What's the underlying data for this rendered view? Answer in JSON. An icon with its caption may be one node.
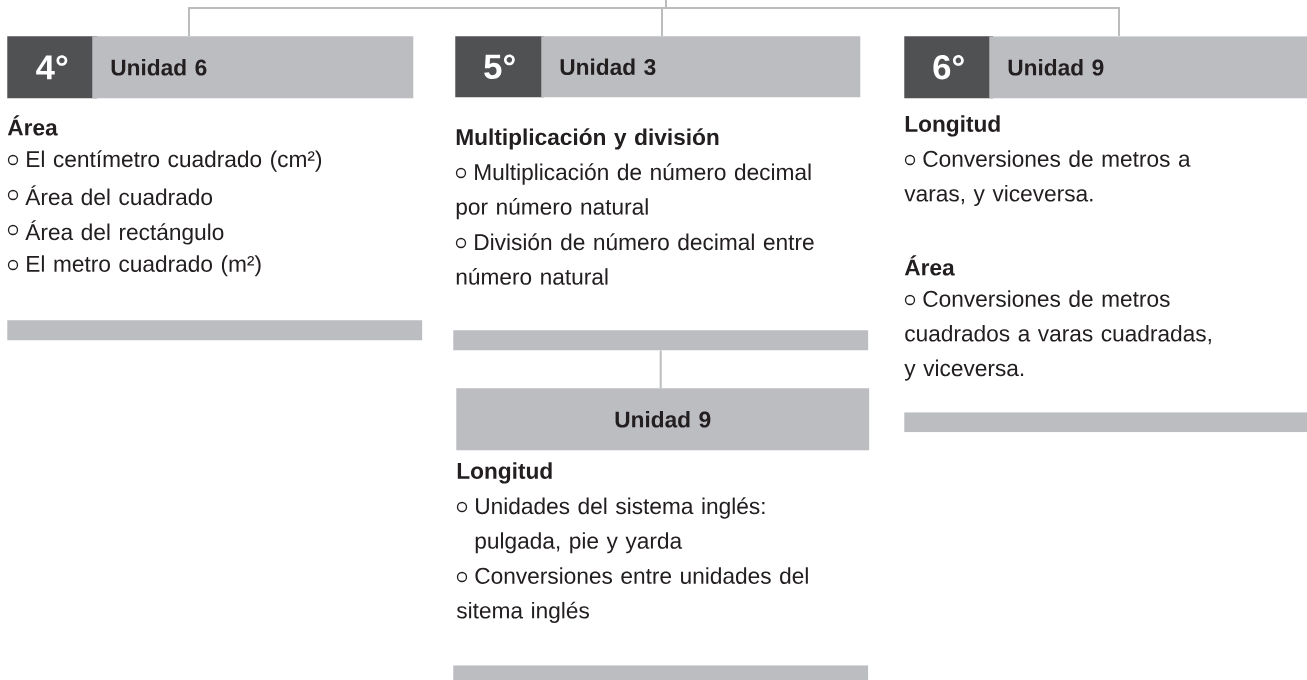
{
  "diagram": {
    "nodes": [
      {
        "text": [
          "4°"
        ]
      },
      {
        "text": [
          "Unidad 6"
        ],
        "beside": [
          "Área",
          "El centímetro cuadrado (cm²)",
          "Área del cuadrado",
          "Área del rectángulo",
          "El metro cuadrado (m²)"
        ]
      },
      {
        "text": [
          "5°"
        ]
      },
      {
        "text": [
          "Unidad 3"
        ],
        "beside": [
          "Multiplicación y división",
          "Multiplicación de número decimal por número natural",
          "División de número decimal entre número natural"
        ]
      },
      {
        "text": [
          "6°"
        ]
      },
      {
        "text": [
          "Unidad 9"
        ],
        "beside": [
          "Longitud",
          "Conversiones de metros a varas, y viceversa.",
          "Área",
          "Conversiones de metros cuadrados a varas cuadradas, y viceversa."
        ]
      },
      {
        "text": [],
        "shape": "bar"
      },
      {
        "text": [],
        "shape": "bar"
      },
      {
        "text": [],
        "shape": "bar"
      },
      {
        "text": [
          "Unidad 9"
        ],
        "beside": [
          "Longitud",
          "Unidades del sistema inglés: pulgada, pie y yarda",
          "Conversiones entre unidades del sitema inglés"
        ]
      },
      {
        "text": [],
        "shape": "bar"
      }
    ],
    "edges": [
      {
        "from": null,
        "to": 1,
        "arrow": "none"
      },
      {
        "from": null,
        "to": 3,
        "arrow": "none"
      },
      {
        "from": null,
        "to": 5,
        "arrow": "none"
      },
      {
        "from": 7,
        "to": 9,
        "arrow": "none"
      }
    ]
  }
}
